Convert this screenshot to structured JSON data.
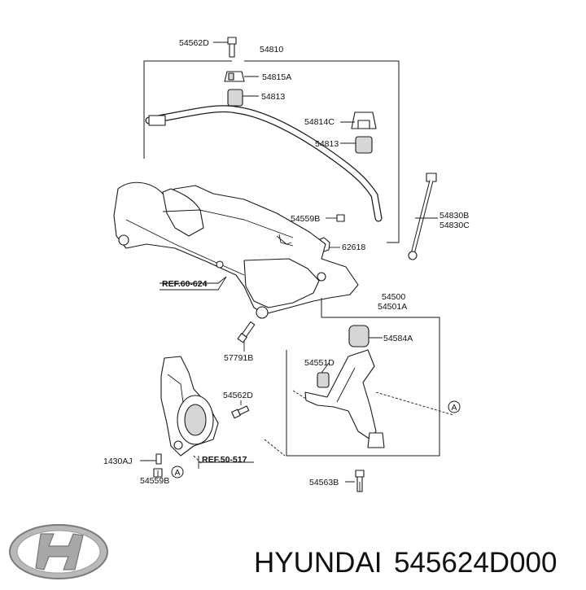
{
  "callouts": {
    "bolt_top": "54562D",
    "stabilizer_bar": "54810",
    "bracket_a": "54815A",
    "bushing_left": "54813",
    "clamp_c": "54814C",
    "bushing_right": "54813",
    "nut_link": "54559B",
    "link_b": "54830B",
    "link_c": "54830C",
    "nut_626": "62618",
    "arm_main": "54500",
    "arm_a": "54501A",
    "bushing_584": "54584A",
    "bolt_577": "57791B",
    "bushing_551": "54551D",
    "bolt_mid": "54562D",
    "bolt_1430": "1430AJ",
    "nut_bottom": "54559B",
    "bolt_563": "54563B"
  },
  "refs": {
    "ref_60": "REF.60-624",
    "ref_50": "REF.50-517"
  },
  "markers": {
    "circle_a_right": "A",
    "circle_a_knuckle": "A"
  },
  "footer": {
    "brand": "HYUNDAI",
    "part_number": "545624D000"
  },
  "logo": {
    "name": "hyundai-logo"
  }
}
